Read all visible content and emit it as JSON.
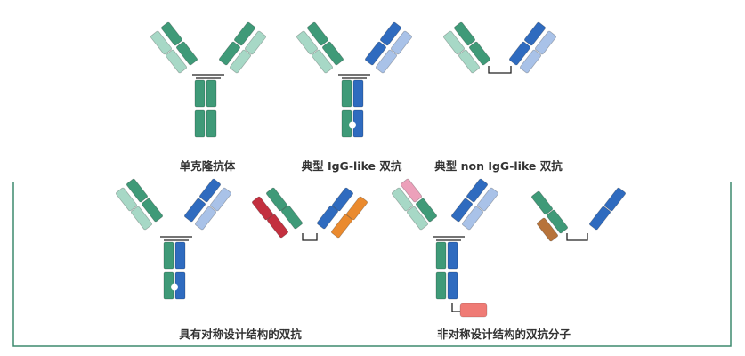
{
  "labels": {
    "mab": "单克隆抗体",
    "igg_like": "典型 IgG-like 双抗",
    "non_igg_like": "典型 non IgG-like 双抗",
    "symmetric": "具有对称设计结构的双抗",
    "asymmetric": "非对称设计结构的双抗分子"
  },
  "colors": {
    "green": "#3f9a78",
    "light_green": "#a7d8c6",
    "blue": "#2f6bbf",
    "light_blue": "#a9c2e8",
    "red": "#c3303f",
    "orange": "#ea8a2e",
    "pink": "#eca0ba",
    "brown": "#b7733a",
    "salmon": "#ef7b75",
    "linker": "#222222",
    "frame": "#3d8a6e"
  }
}
